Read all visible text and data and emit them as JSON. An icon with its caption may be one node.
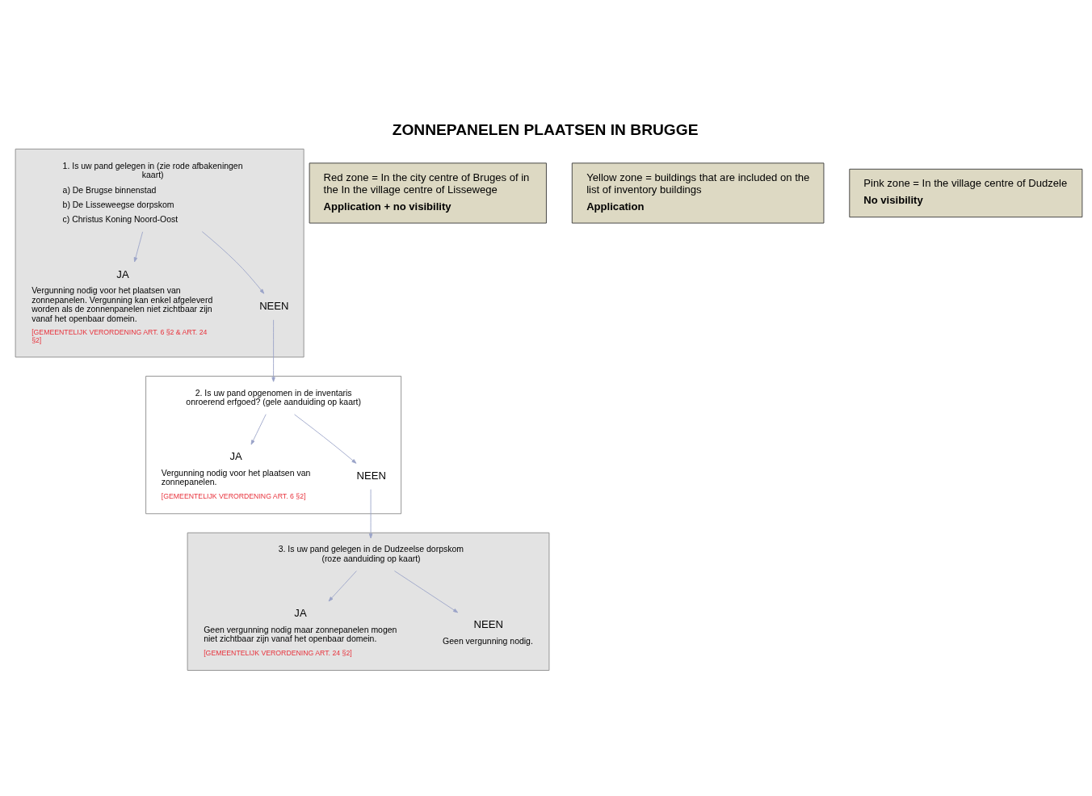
{
  "diagram": {
    "title": "ZONNEPANELEN PLAATSEN IN BRUGGE",
    "nodes": [
      {
        "text": [],
        "shape": "box"
      },
      {
        "text": [
          "1. Is uw pand gelegen in (zie rode afbakeningen kaart)",
          "a) De Brugse binnenstad",
          "b) De Lisseweegse dorpskom",
          "c) Christus Koning Noord-Oost"
        ],
        "in": 0
      },
      {
        "text": [
          "JA",
          "Vergunning nodig voor het plaatsen van zonnepanelen. Vergunning kan enkel afgeleverd worden als de zonnenpanelen niet zichtbaar zijn vanaf het openbaar domein.",
          "[GEMEENTELIJK VERORDENING ART. 6 §2 & ART. 24 §2]"
        ],
        "in": 0
      },
      {
        "text": [
          "NEEN"
        ],
        "in": 0
      },
      {
        "text": [
          "Red zone = In the city centre of Bruges of in the In the village centre of Lissewege",
          "Application + no visibility"
        ]
      },
      {
        "text": [],
        "shape": "box"
      },
      {
        "text": [
          "2. Is uw pand opgenomen in de inventaris onroerend erfgoed? (gele aanduiding op kaart)"
        ],
        "in": 5
      },
      {
        "text": [
          "JA",
          "Vergunning nodig voor het plaatsen van zonnepanelen.",
          "[GEMEENTELIJK VERORDENING ART. 6 §2]"
        ],
        "in": 5
      },
      {
        "text": [
          "NEEN"
        ],
        "in": 5
      },
      {
        "text": [
          "Yellow zone = buildings that are included on the list of inventory buildings",
          "Application"
        ]
      },
      {
        "text": [
          "Pink zone = In the village centre of Dudzele",
          "No visibility"
        ]
      },
      {
        "text": [],
        "shape": "box"
      },
      {
        "text": [
          "3. Is uw pand gelegen in de Dudzeelse dorpskom (roze aanduiding op kaart)"
        ],
        "in": 11
      },
      {
        "text": [
          "JA",
          "Geen vergunning nodig maar zonnepanelen mogen niet zichtbaar zijn vanaf het openbaar domein.",
          "[GEMEENTELIJK VERORDENING ART. 24 §2]"
        ],
        "in": 11
      },
      {
        "text": [
          "NEEN",
          "Geen vergunning nodig."
        ],
        "in": 11
      }
    ],
    "edges": [
      {
        "from": 1,
        "to": 2,
        "arrow": "to"
      },
      {
        "from": 1,
        "to": 3,
        "arrow": "to"
      },
      {
        "from": 3,
        "to": 6,
        "arrow": "to"
      },
      {
        "from": 6,
        "to": 7,
        "arrow": "to"
      },
      {
        "from": 6,
        "to": 8,
        "arrow": "to"
      },
      {
        "from": 8,
        "to": 12,
        "arrow": "to"
      },
      {
        "from": 12,
        "to": 13,
        "arrow": "to"
      },
      {
        "from": 12,
        "to": 14,
        "arrow": "to"
      }
    ]
  }
}
